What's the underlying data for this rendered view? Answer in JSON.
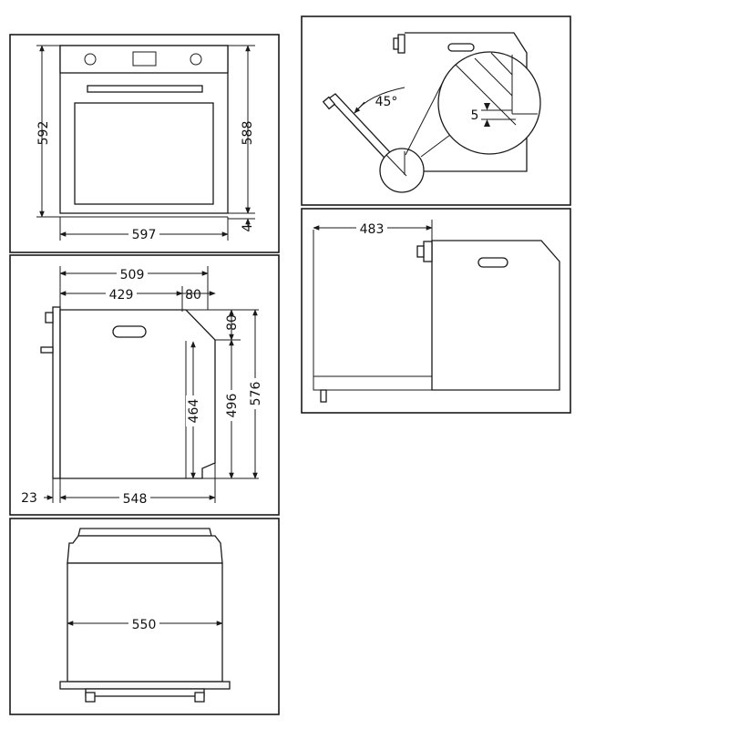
{
  "front_view": {
    "height_label": "592",
    "door_height_label": "588",
    "width_label": "597",
    "gap_label": "4"
  },
  "side_view": {
    "depth_label": "509",
    "body_depth_label": "429",
    "top_offset_label": "80",
    "right_offset_label": "80",
    "inner_height_label": "464",
    "mid_height_label": "496",
    "total_height_label": "576",
    "front_label": "23",
    "base_depth_label": "548"
  },
  "top_view": {
    "width_label": "550"
  },
  "door_detail": {
    "angle_label": "45°",
    "gap_label": "5"
  },
  "cabinet_view": {
    "depth_label": "483"
  }
}
